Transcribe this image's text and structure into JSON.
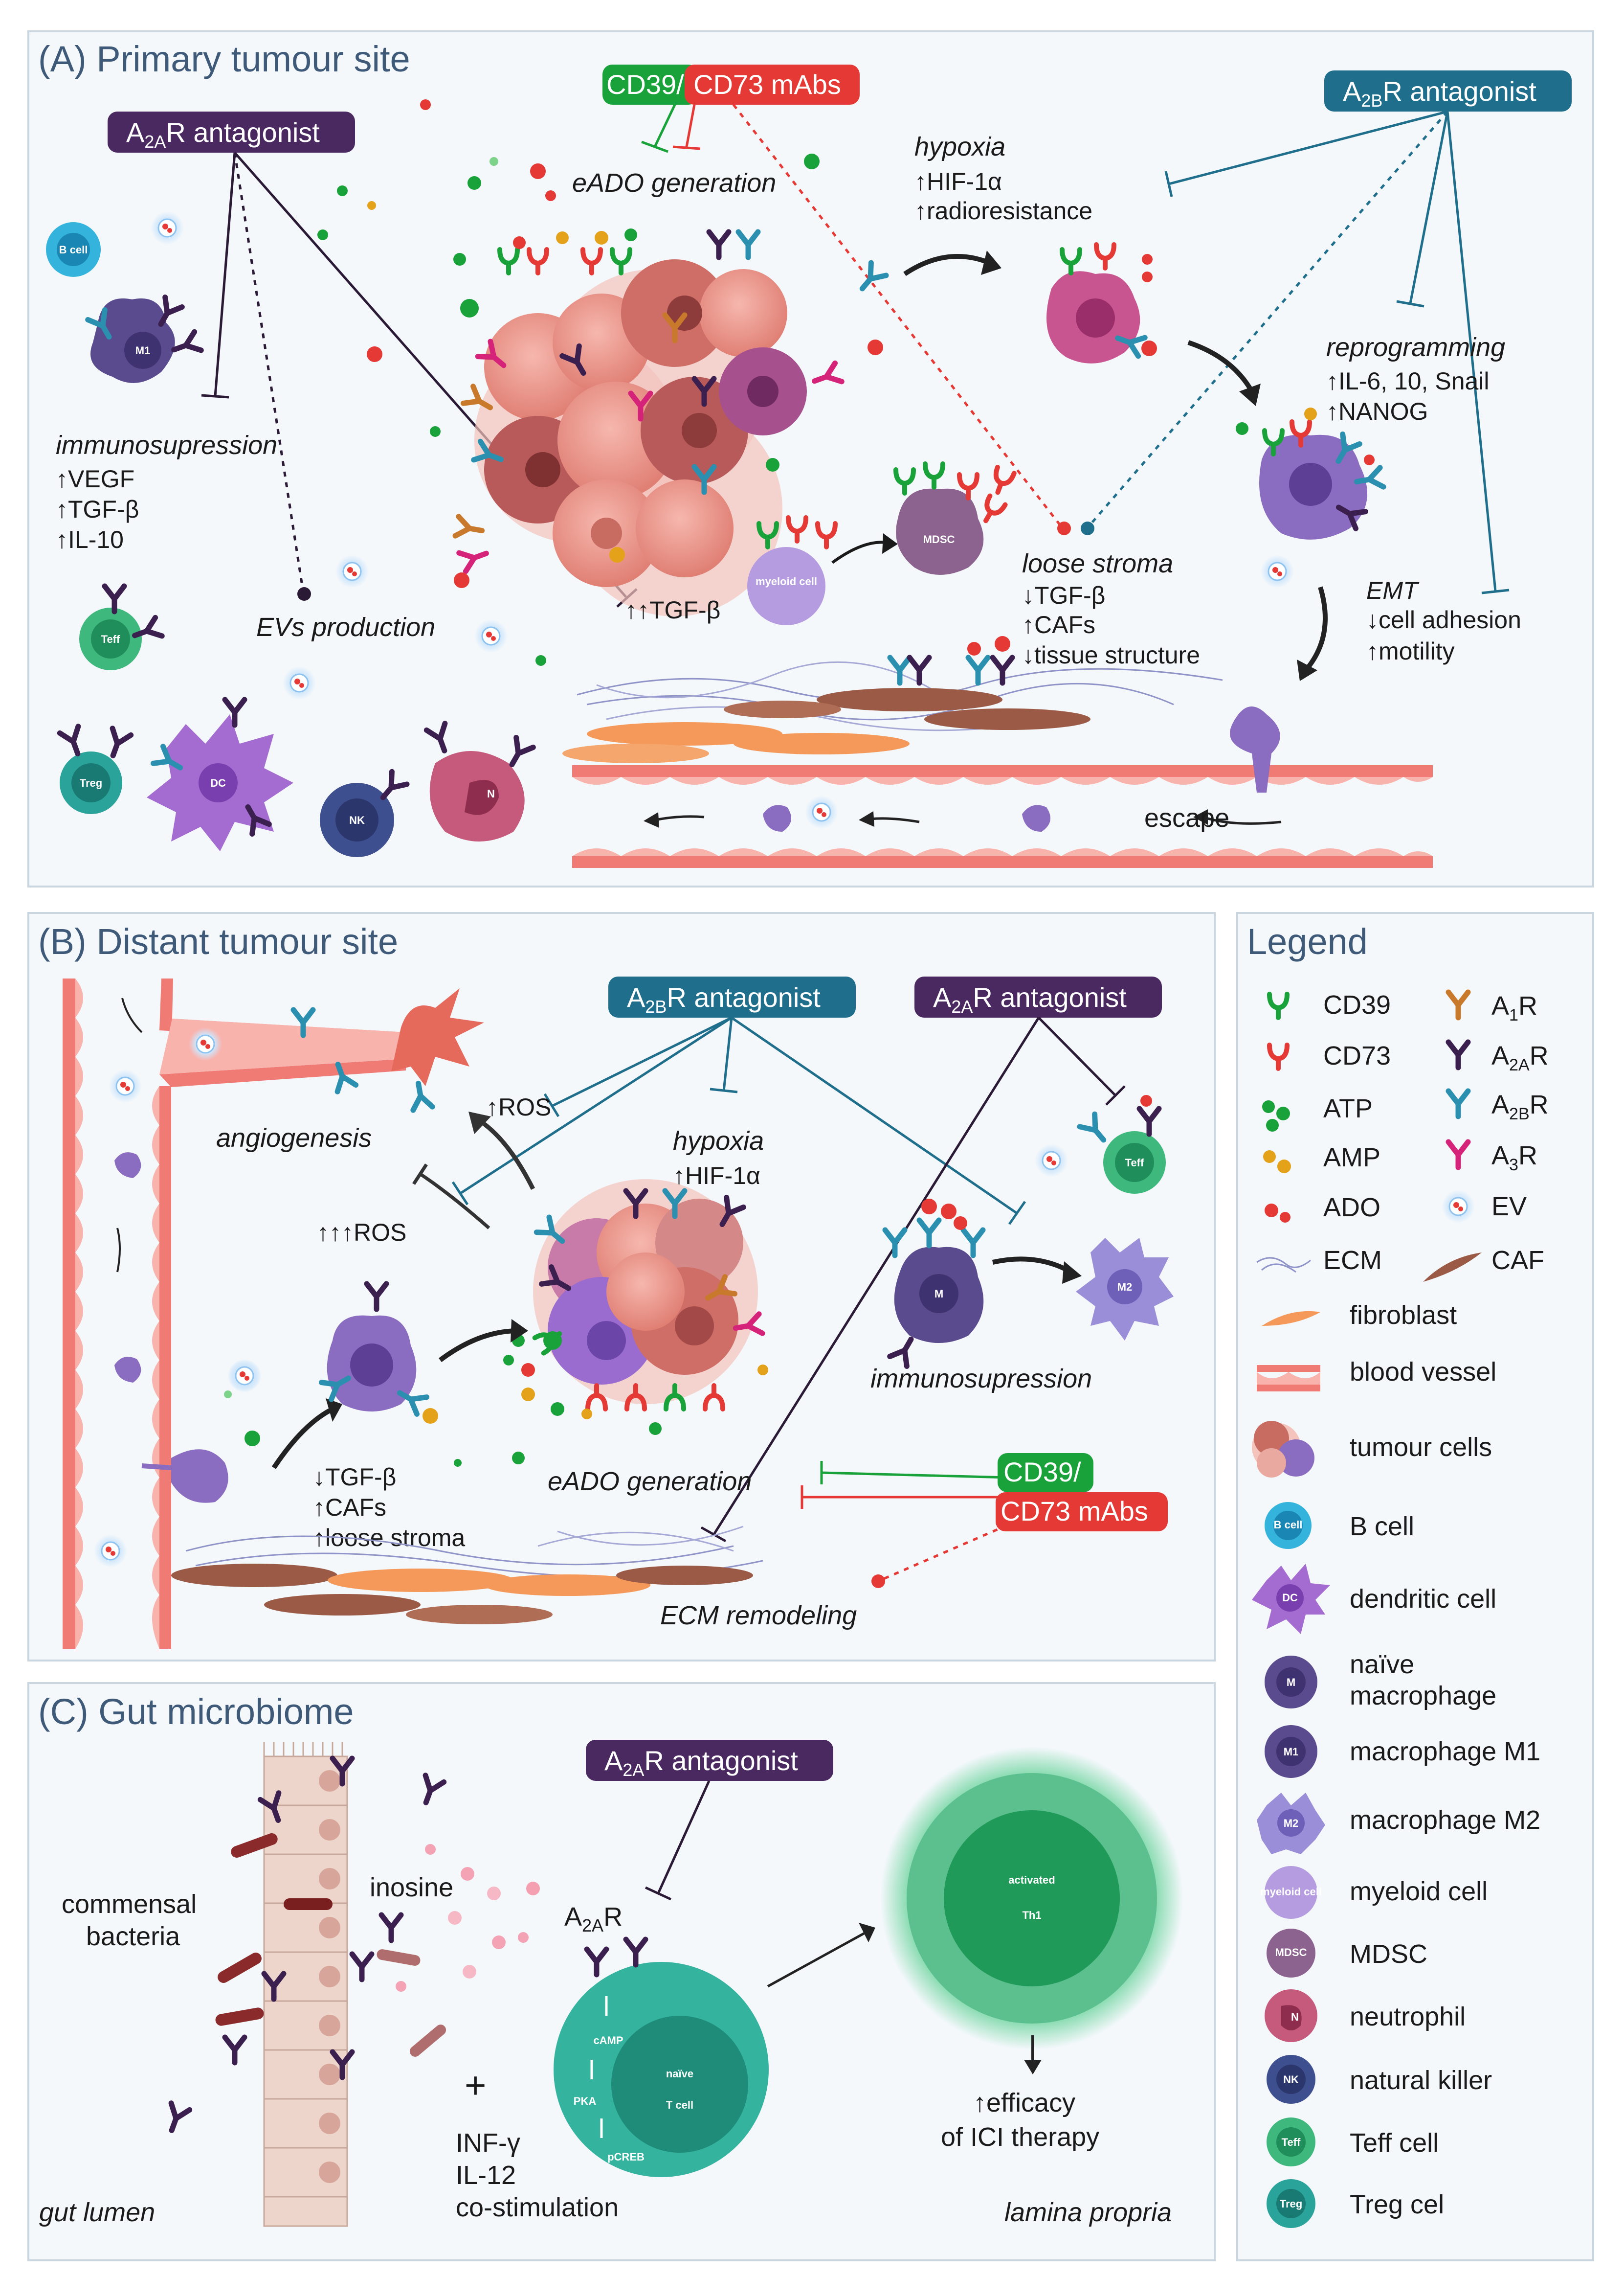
{
  "panels": {
    "a": {
      "title": "(A) Primary tumour site"
    },
    "b": {
      "title": "(B) Distant tumour site"
    },
    "c": {
      "title": "(C) Gut microbiome"
    },
    "legend": {
      "title": "Legend"
    }
  },
  "drugs": {
    "a2ar_antagonist_sub": "2A",
    "a2br_antagonist_sub": "2B",
    "antagonist_word": "R antagonist",
    "a_letter": "A",
    "cd39_mab": "CD39/",
    "cd73_mab": "CD73 mAbs",
    "cd39_label": "CD39",
    "cd73_label": "CD73 mAbs"
  },
  "panel_a": {
    "eado": "eADO generation",
    "hypoxia": "hypoxia",
    "hif": "↑HIF-1α",
    "radio": "↑radioresistance",
    "reprogramming": "reprogramming",
    "il": "↑IL-6, 10, Snail",
    "nanog": "↑NANOG",
    "immuno": "immunosupression",
    "vegf": "↑VEGF",
    "tgfb": "↑TGF-β",
    "il10": "↑IL-10",
    "evs": "EVs production",
    "tgf2": "↑↑TGF-β",
    "loose": "loose stroma",
    "tgf_down": "↓TGF-β",
    "cafs": "↑CAFs",
    "tissue": "↓tissue structure",
    "emt": "EMT",
    "adhesion": "↓cell adhesion",
    "motility": "↑motility",
    "escape": "escape",
    "b_cell": "B cell",
    "m1": "M1",
    "teff": "Teff",
    "treg": "Treg",
    "dc": "DC",
    "nk": "NK",
    "n": "N",
    "myeloid": "myeloid cell",
    "mdsc": "MDSC"
  },
  "panel_b": {
    "angio": "angiogenesis",
    "ros1": "↑ROS",
    "ros3": "↑↑↑ROS",
    "hypoxia": "hypoxia",
    "hif": "↑HIF-1α",
    "immuno": "immunosupression",
    "tgf": "↓TGF-β",
    "cafs": "↑CAFs",
    "loose": "↑loose stroma",
    "eado": "eADO generation",
    "ecm": "ECM remodeling",
    "teff": "Teff",
    "m": "M",
    "m2": "M2"
  },
  "panel_c": {
    "commensal1": "commensal",
    "commensal2": "bacteria",
    "inosine": "inosine",
    "a2ar": "A",
    "a2ar_sub": "2A",
    "a2ar_r": "R",
    "camp": "cAMP",
    "pka": "PKA",
    "pcreb": "pCREB",
    "naive1": "naïve",
    "naive2": "T cell",
    "plus": "+",
    "inf": "INF-γ",
    "il12": "IL-12",
    "costim": "co-stimulation",
    "activated1": "activated",
    "activated2": "Th1",
    "efficacy1": "↑efficacy",
    "efficacy2": "of ICI therapy",
    "gut_lumen": "gut lumen",
    "lamina": "lamina propria"
  },
  "legend_items": {
    "cd39": "CD39",
    "cd73": "CD73",
    "atp": "ATP",
    "amp": "AMP",
    "ado": "ADO",
    "ecm": "ECM",
    "a1r_a": "A",
    "a1r_sub": "1",
    "a2ar_sub": "2A",
    "a2br_sub": "2B",
    "a3r_sub": "3",
    "r": "R",
    "ev": "EV",
    "caf": "CAF",
    "fibroblast": "fibroblast",
    "blood_vessel": "blood vessel",
    "tumour_cells": "tumour cells",
    "b_cell": "B cell",
    "dendritic": "dendritic cell",
    "naive_mac1": "naïve",
    "naive_mac2": "macrophage",
    "mac_m1": "macrophage M1",
    "mac_m2": "macrophage M2",
    "myeloid": "myeloid cell",
    "mdsc": "MDSC",
    "neutrophil": "neutrophil",
    "nk": "natural killer",
    "teff": "Teff cell",
    "treg": "Treg cel",
    "icon_b": "B cell",
    "icon_dc": "DC",
    "icon_m": "M",
    "icon_m1": "M1",
    "icon_m2": "M2",
    "icon_myeloid": "myeloid cell",
    "icon_mdsc": "MDSC",
    "icon_n": "N",
    "icon_nk": "NK",
    "icon_teff": "Teff",
    "icon_treg": "Treg"
  },
  "colors": {
    "a2ar_pill": "#4a2860",
    "a2br_pill": "#1f6e8c",
    "cd39_green": "#1aa23a",
    "cd73_red": "#e53935",
    "title": "#3e5a78",
    "a2ar_receptor": "#3b1f4f",
    "a2br_receptor": "#2b8fb0"
  }
}
